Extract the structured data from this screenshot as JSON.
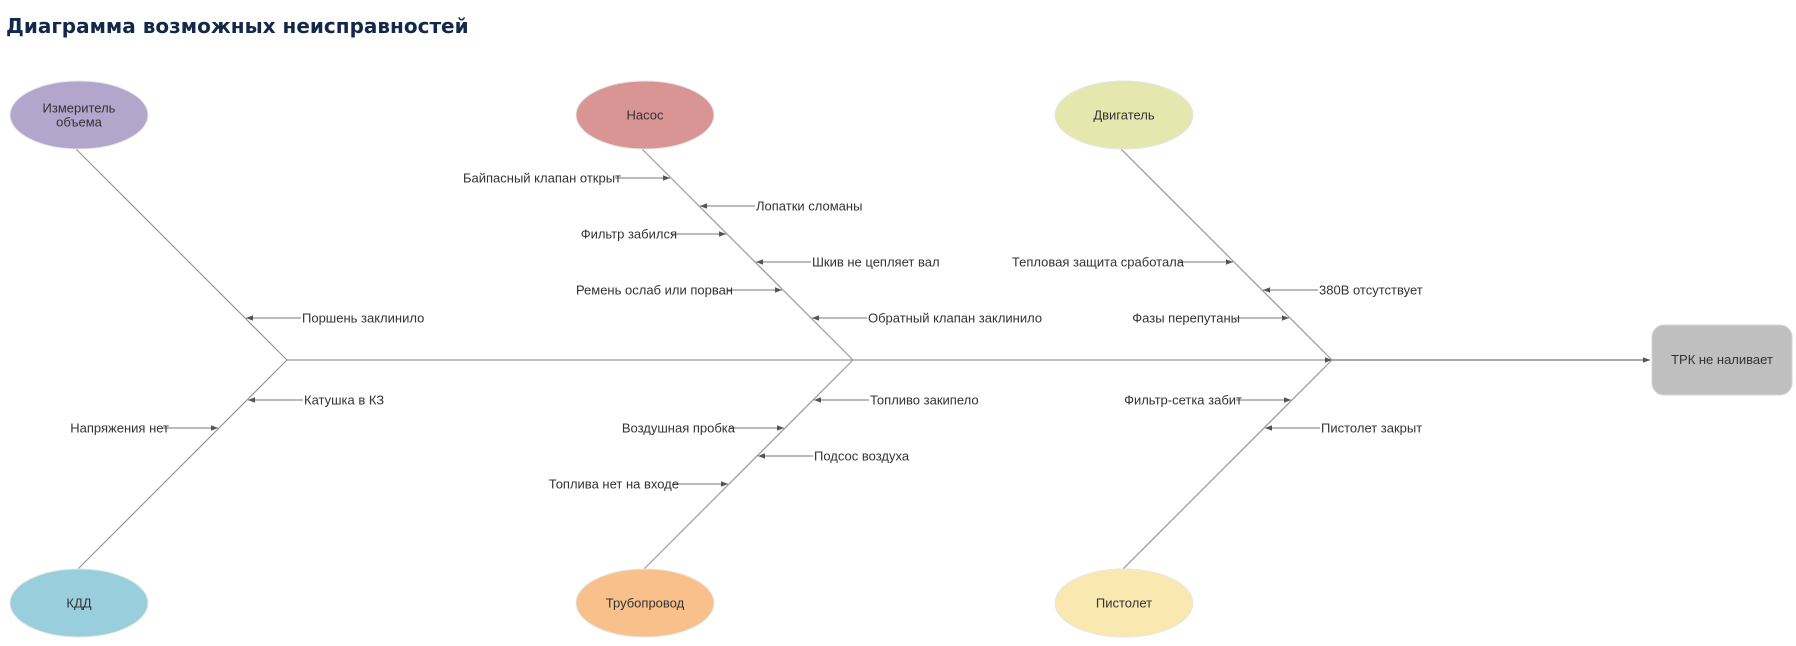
{
  "title": "Диаграмма возможных неисправностей",
  "effect": "ТРК не наливает",
  "categories": [
    {
      "label": [
        "Измеритель",
        "объема"
      ],
      "color": "#b3a6cc",
      "causes": [
        "Поршень заклинило"
      ]
    },
    {
      "label": [
        "Насос"
      ],
      "color": "#d99494",
      "causes": [
        "Байпасный клапан открыт",
        "Лопатки сломаны",
        "Фильтр забился",
        "Шкив не цепляет вал",
        "Ремень ослаб или порван",
        "Обратный клапан заклинило"
      ]
    },
    {
      "label": [
        "Двигатель"
      ],
      "color": "#e5e8ae",
      "causes": [
        "Тепловая защита сработала",
        "380В отсутствует",
        "Фазы перепутаны"
      ]
    },
    {
      "label": [
        "КДД"
      ],
      "color": "#99cfdc",
      "causes": [
        "Катушка в КЗ",
        "Напряжения нет"
      ]
    },
    {
      "label": [
        "Трубопровод"
      ],
      "color": "#f8c08b",
      "causes": [
        "Топливо закипело",
        "Воздушная пробка",
        "Подсос воздуха",
        "Топлива нет на входе"
      ]
    },
    {
      "label": [
        "Пистолет"
      ],
      "color": "#f9e8b0",
      "causes": [
        "Фильтр-сетка забит",
        "Пистолет закрыт"
      ]
    }
  ],
  "colors": {
    "effect_box": "#bfbfbf",
    "line": "#999999",
    "arrow": "#555555",
    "title": "#14284b"
  }
}
